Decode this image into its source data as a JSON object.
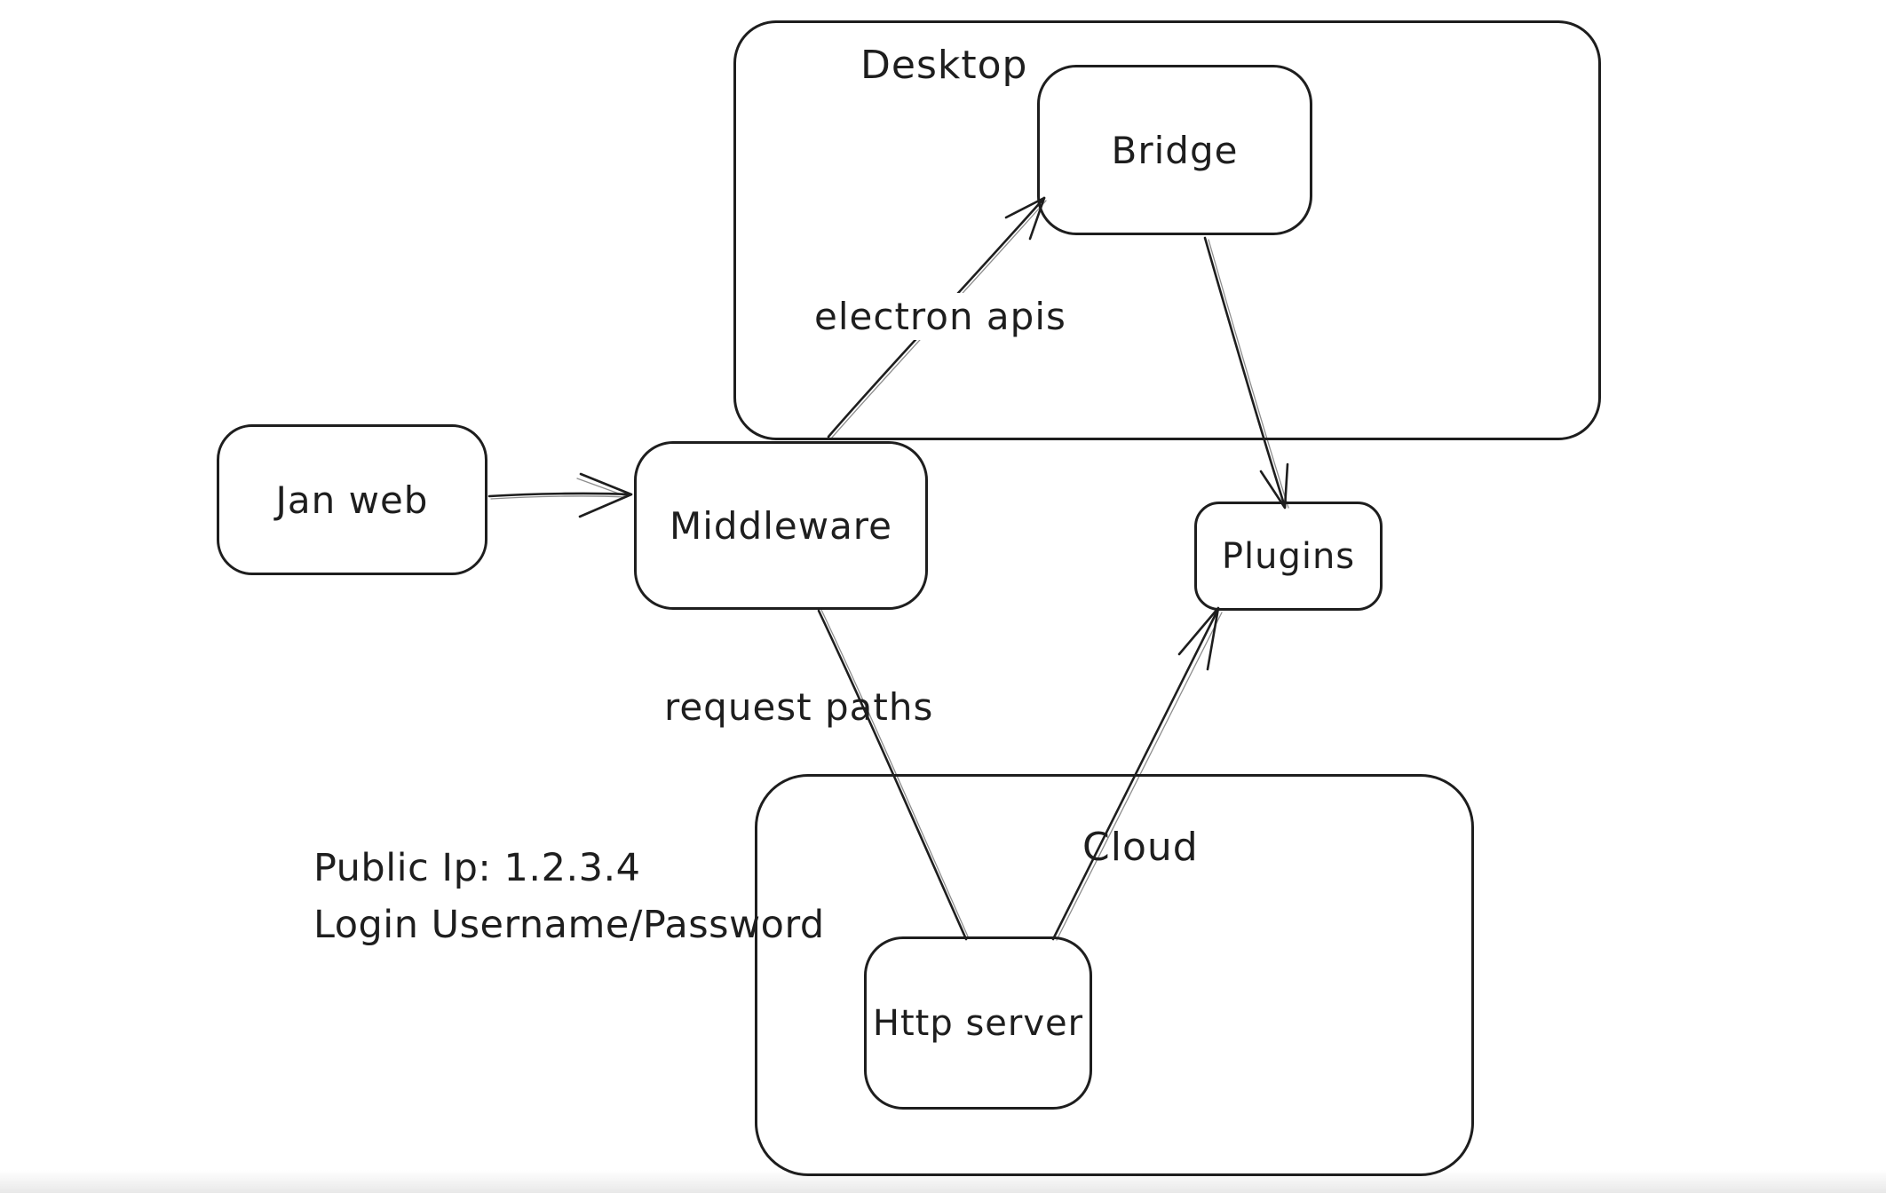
{
  "canvas": {
    "background": "#ffffff",
    "stroke_color": "#1e1e1e"
  },
  "nodes": {
    "desktop": {
      "label": "Desktop",
      "type": "container"
    },
    "bridge": {
      "label": "Bridge",
      "type": "box",
      "inside": "Desktop"
    },
    "jan_web": {
      "label": "Jan web",
      "type": "box"
    },
    "middleware": {
      "label": "Middleware",
      "type": "box"
    },
    "plugins": {
      "label": "Plugins",
      "type": "box"
    },
    "cloud": {
      "label": "Cloud",
      "type": "container"
    },
    "http_server": {
      "label": "Http server",
      "type": "box",
      "inside": "Cloud"
    }
  },
  "edges": [
    {
      "from": "Jan web",
      "to": "Middleware",
      "label": "",
      "arrowhead": "end"
    },
    {
      "from": "Middleware",
      "to": "Bridge",
      "label": "electron apis",
      "arrowhead": "end"
    },
    {
      "from": "Bridge",
      "to": "Plugins",
      "label": "",
      "arrowhead": "end"
    },
    {
      "from": "Middleware",
      "to": "Http server",
      "label": "request paths",
      "arrowhead": "none"
    },
    {
      "from": "Http server",
      "to": "Plugins",
      "label": "",
      "arrowhead": "end"
    }
  ],
  "annotation": {
    "line1": "Public Ip: 1.2.3.4",
    "line2": "Login Username/Password"
  }
}
